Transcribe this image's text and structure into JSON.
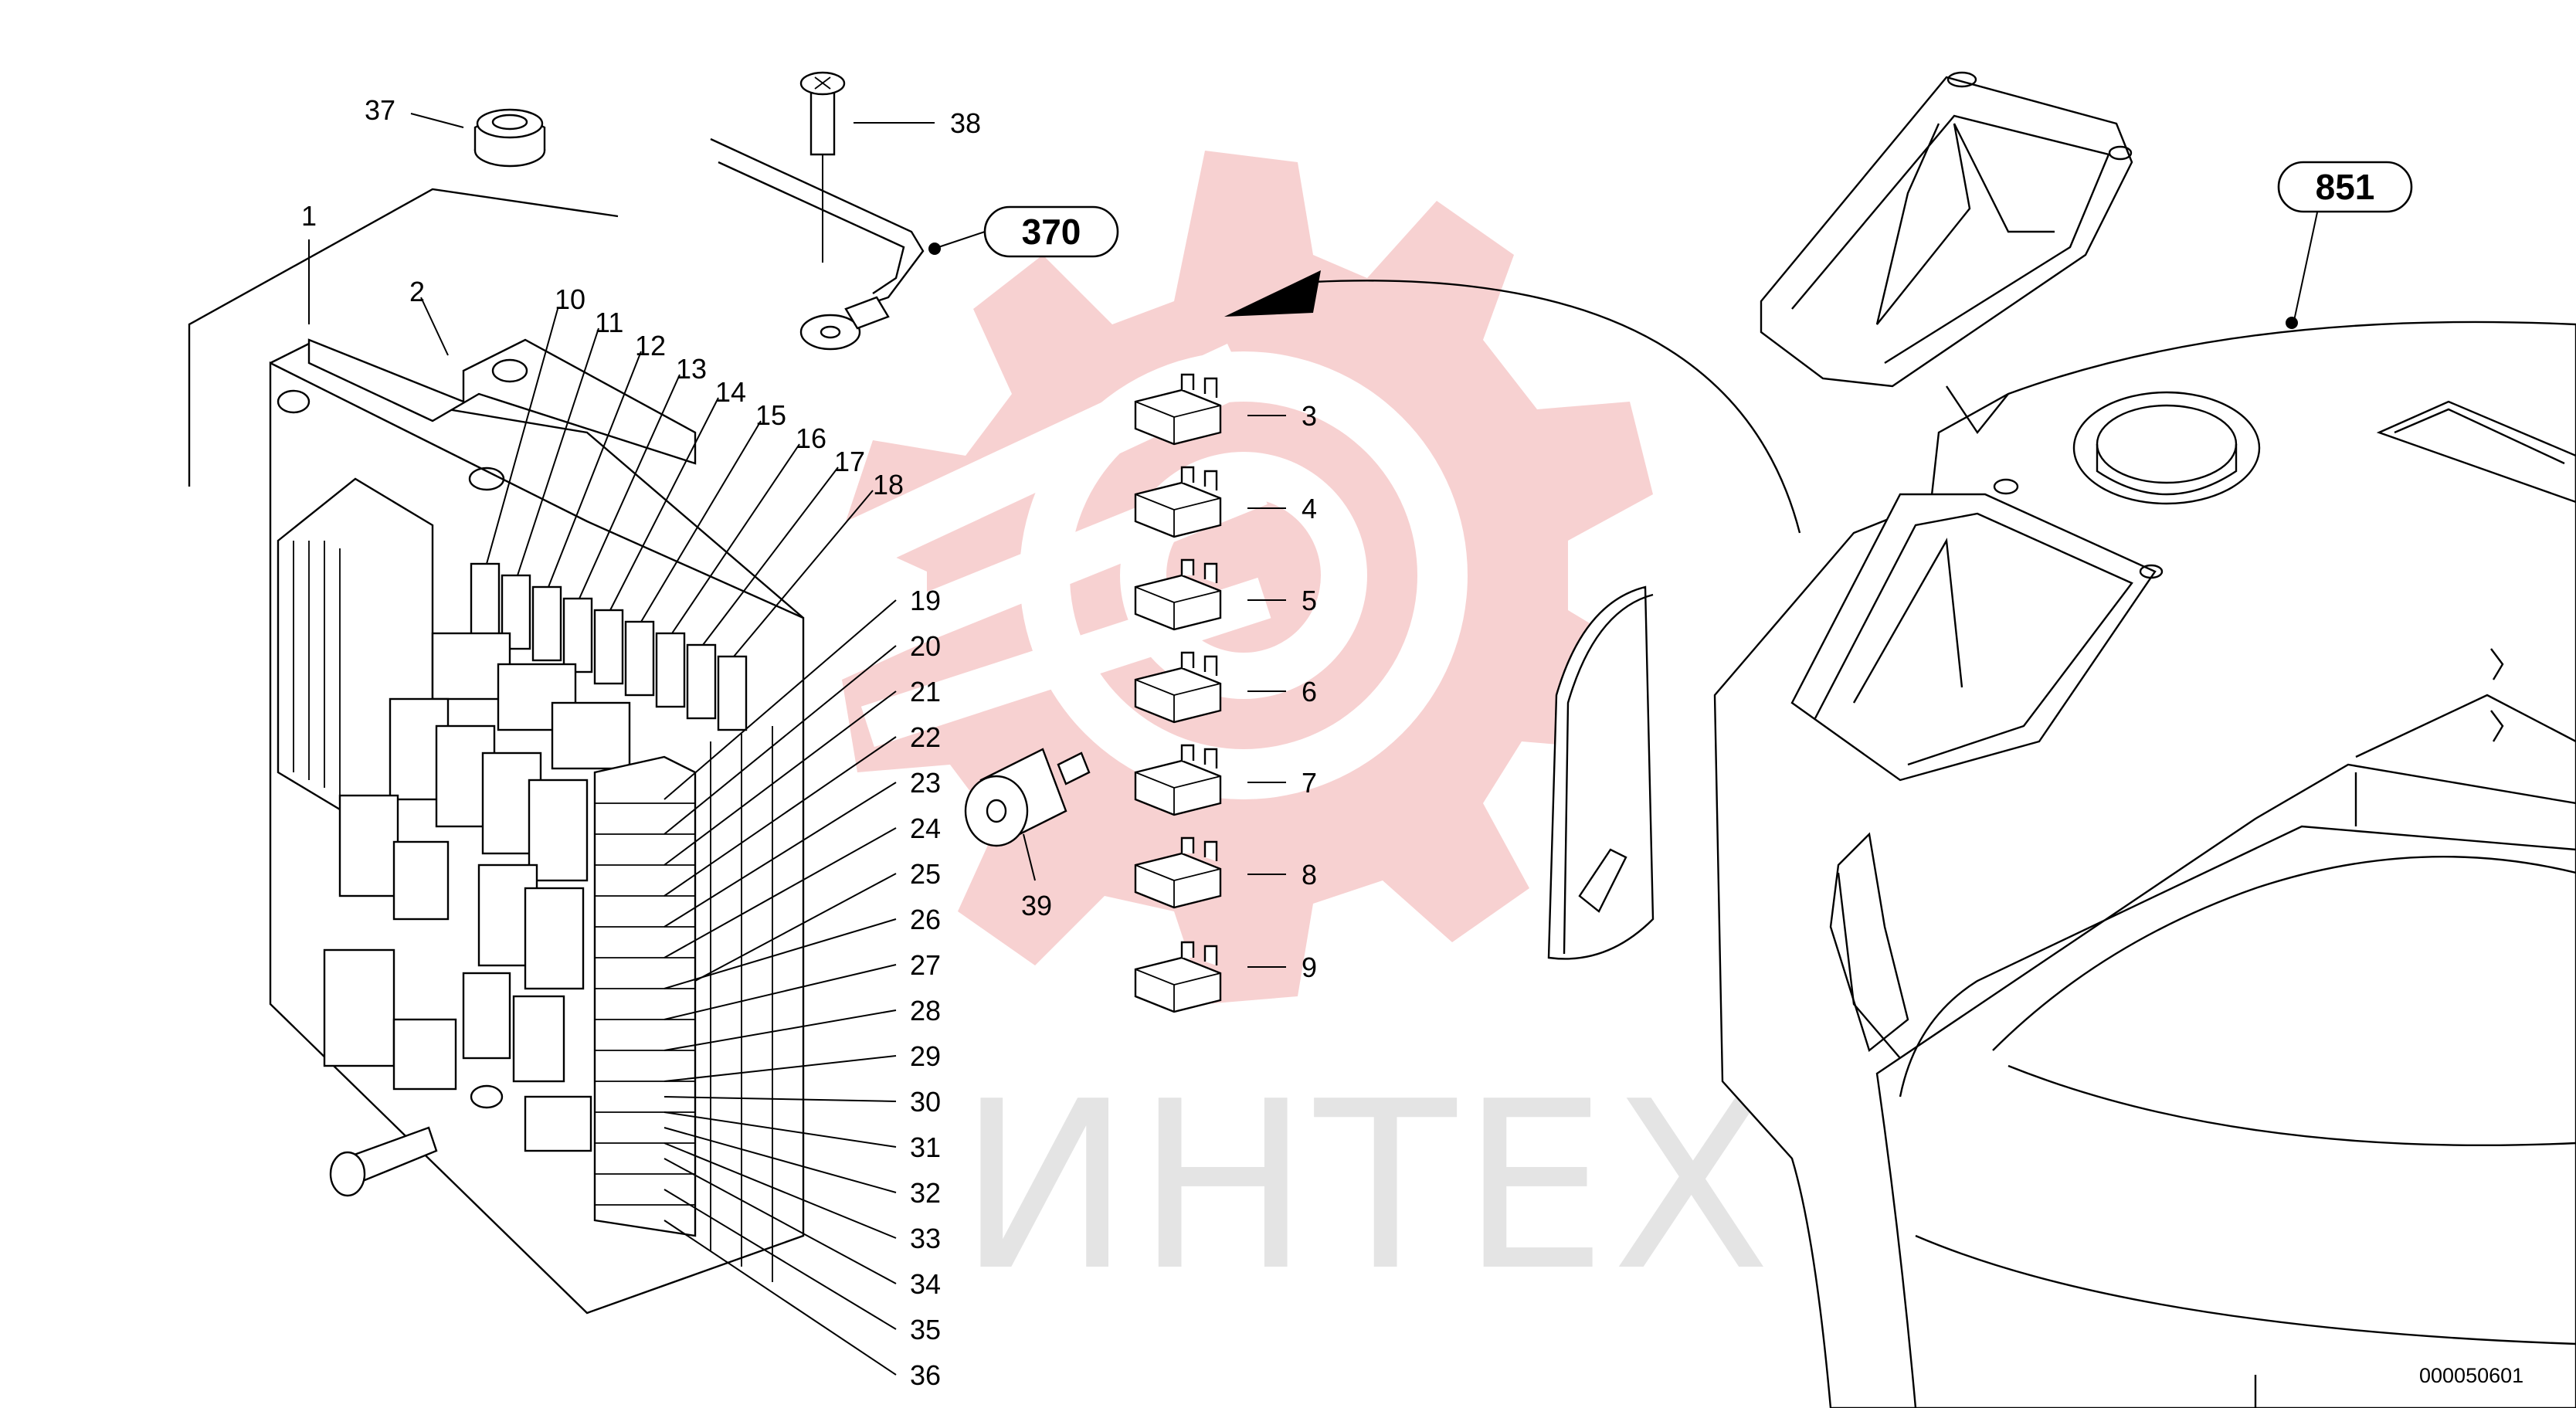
{
  "watermark": {
    "text": "ИНТЕХ",
    "color": "#f6c9c9"
  },
  "drawing_code": "000050601",
  "references": [
    {
      "id": "ref-370",
      "label": "370"
    },
    {
      "id": "ref-851",
      "label": "851"
    }
  ],
  "callouts": {
    "c1": "1",
    "c2": "2",
    "c3": "3",
    "c4": "4",
    "c5": "5",
    "c6": "6",
    "c7": "7",
    "c8": "8",
    "c9": "9",
    "c10": "10",
    "c11": "11",
    "c12": "12",
    "c13": "13",
    "c14": "14",
    "c15": "15",
    "c16": "16",
    "c17": "17",
    "c18": "18",
    "c19": "19",
    "c20": "20",
    "c21": "21",
    "c22": "22",
    "c23": "23",
    "c24": "24",
    "c25": "25",
    "c26": "26",
    "c27": "27",
    "c28": "28",
    "c29": "29",
    "c30": "30",
    "c31": "31",
    "c32": "32",
    "c33": "33",
    "c34": "34",
    "c35": "35",
    "c36": "36",
    "c37": "37",
    "c38": "38",
    "c39": "39"
  }
}
